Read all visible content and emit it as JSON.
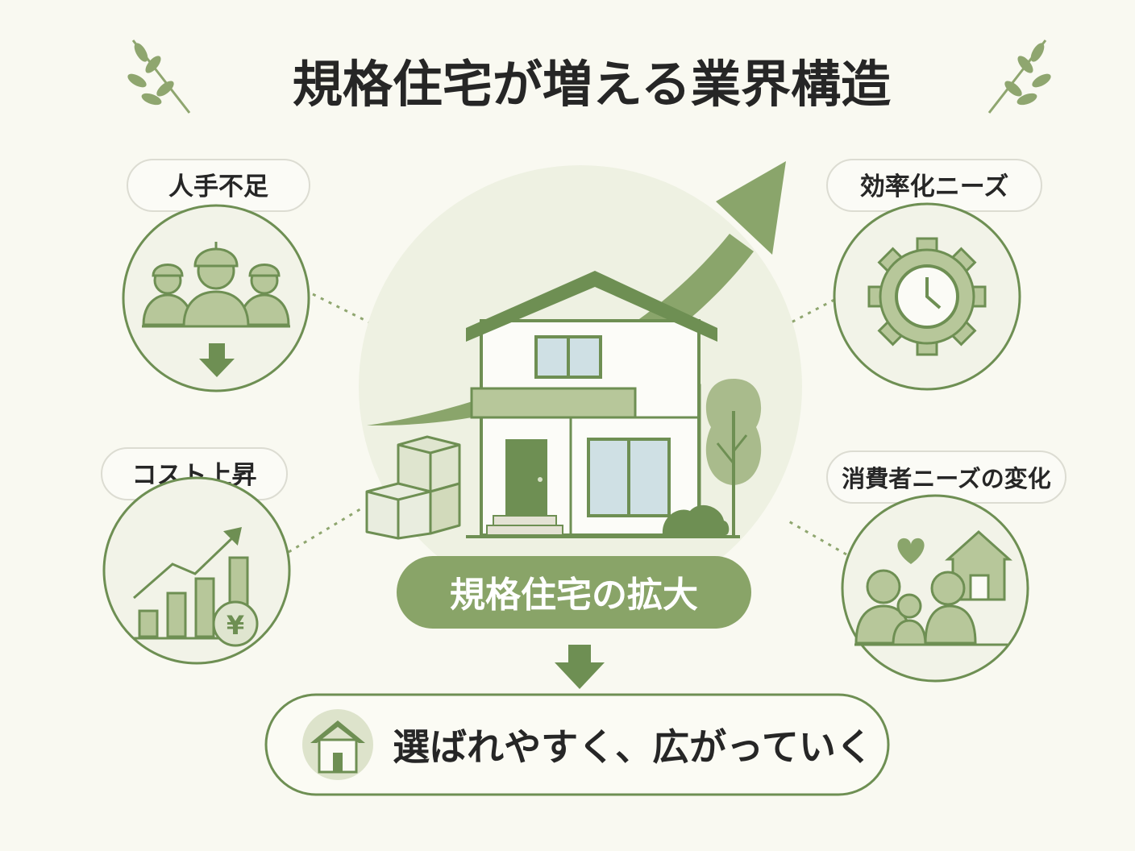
{
  "title": "規格住宅が増える業界構造",
  "factors": {
    "labor_shortage": "人手不足",
    "cost_rise": "コスト上昇",
    "efficiency_needs": "効率化ニーズ",
    "consumer_change": "消費者ニーズの変化"
  },
  "currency_symbol": "¥",
  "center_label": "規格住宅の拡大",
  "result_label": "選ばれやすく、広がっていく",
  "colors": {
    "background": "#f9f9f1",
    "primary_green": "#6e8f53",
    "light_green": "#b7c79a",
    "pale_green": "#e9eedb",
    "text_dark": "#262626"
  },
  "icons": [
    "leaf-sprig-icon",
    "workers-icon",
    "down-arrow-icon",
    "gear-clock-icon",
    "rising-bar-chart-icon",
    "yen-coin-icon",
    "family-house-icon",
    "heart-icon",
    "house-icon",
    "growth-arrow-icon",
    "boxes-icon",
    "tree-icon"
  ]
}
